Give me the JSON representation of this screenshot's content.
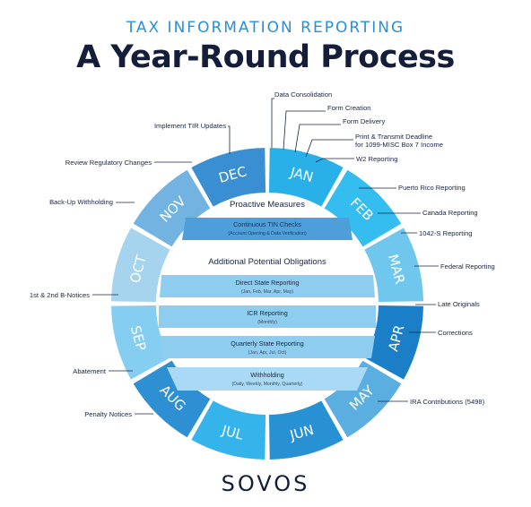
{
  "header": {
    "subtitle": "TAX INFORMATION REPORTING",
    "title": "A Year-Round Process"
  },
  "months": [
    {
      "label": "JAN",
      "color": "#29b0e8"
    },
    {
      "label": "FEB",
      "color": "#35bdf0"
    },
    {
      "label": "MAR",
      "color": "#6fc7ee"
    },
    {
      "label": "APR",
      "color": "#1b7fc8"
    },
    {
      "label": "MAY",
      "color": "#5aaee0"
    },
    {
      "label": "JUN",
      "color": "#2891d4"
    },
    {
      "label": "JUL",
      "color": "#35b4ec"
    },
    {
      "label": "AUG",
      "color": "#2e8fd2"
    },
    {
      "label": "SEP",
      "color": "#86cdf2"
    },
    {
      "label": "OCT",
      "color": "#a6d3ee"
    },
    {
      "label": "NOV",
      "color": "#73b3e2"
    },
    {
      "label": "DEC",
      "color": "#3a8ed2"
    }
  ],
  "annotations_right": [
    "Data Consolidation",
    "Form Creation",
    "Form Delivery",
    "Print & Transmit Deadline",
    "for 1099-MISC Box 7 Income",
    "W2 Reporting",
    "Puerto Rico Reporting",
    "Canada Reporting",
    "1042-S Reporting",
    "Federal Reporting",
    "Late Originals",
    "Corrections",
    "IRA Contributions (5498)"
  ],
  "annotations_left": [
    "Implement TIR Updates",
    "Review Regulatory Changes",
    "Back-Up Withholding",
    "1st & 2nd B-Notices",
    "Abatement",
    "Penalty Notices"
  ],
  "inner": {
    "proactive_heading": "Proactive Measures",
    "proactive_bar": {
      "title": "Continuous TIN Checks",
      "sub": "(Account Opening & Data Verification)"
    },
    "additional_heading": "Additional Potential Obligations",
    "bars": [
      {
        "title": "Direct State Reporting",
        "sub": "(Jan, Feb, Mar, Apr, May)"
      },
      {
        "title": "ICR Reporting",
        "sub": "(Monthly)"
      },
      {
        "title": "Quarterly State Reporting",
        "sub": "(Jan, Apr, Jul, Oct)"
      },
      {
        "title": "Withholding",
        "sub": "(Daily, Weekly, Monthly, Quarterly)"
      }
    ]
  },
  "logo": "SOVOS",
  "colors": {
    "navy": "#141d3a",
    "accent_blue": "#2b8fd6",
    "bar_dark": "#4e9fd9",
    "bar_light": "#8fcdf0",
    "bar_light_alt": "#a9d9f4"
  }
}
